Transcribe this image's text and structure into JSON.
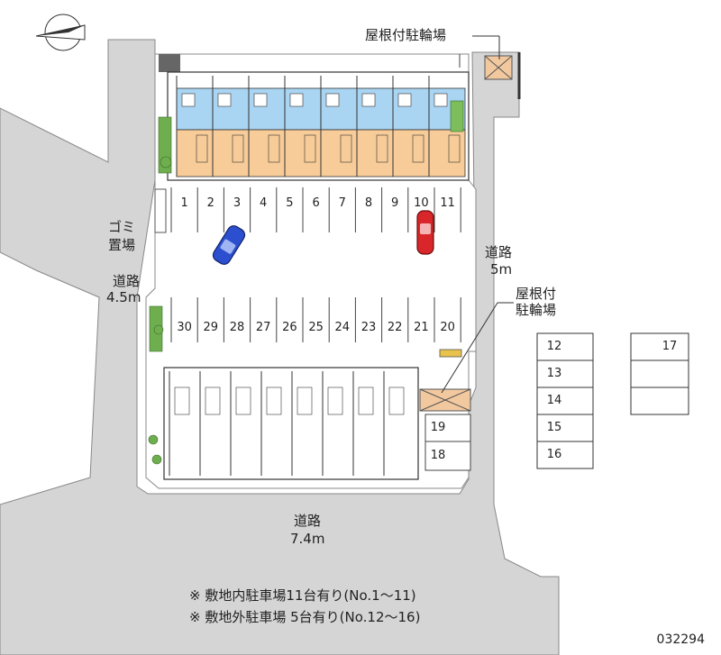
{
  "labels": {
    "roofed_bike_parking_top": "屋根付駐輪場",
    "roofed_bike_parking_side_line1": "屋根付",
    "roofed_bike_parking_side_line2": "駐輪場",
    "garbage_line1": "ゴミ",
    "garbage_line2": "置場",
    "road_left_name": "道路",
    "road_left_width": "4.5m",
    "road_right_name": "道路",
    "road_right_width": "5m",
    "road_bottom_name": "道路",
    "road_bottom_width": "7.4m"
  },
  "parking": {
    "top_row": [
      "1",
      "2",
      "3",
      "4",
      "5",
      "6",
      "7",
      "8",
      "9",
      "10",
      "11"
    ],
    "middle_row": [
      "30",
      "29",
      "28",
      "27",
      "26",
      "25",
      "24",
      "23",
      "22",
      "21",
      "20"
    ],
    "right_column": [
      "19",
      "18"
    ],
    "offsite_left": [
      "12",
      "13",
      "14",
      "15",
      "16"
    ],
    "offsite_right": [
      "17",
      "",
      ""
    ]
  },
  "notes": [
    "※ 敷地内駐車場11台有り(No.1～11)",
    "※ 敷地外駐車場 5台有り(No.12～16)"
  ],
  "map_code": "032294",
  "colors": {
    "road": "#d3d3d3",
    "lot": "#ffffff",
    "bath_blue": "#a9d4f2",
    "room_orange": "#f8cc98",
    "green": "#6fae4f",
    "car_blue": "#2b4fcf",
    "car_red": "#d8262b",
    "bike_shed": "#f2c89f"
  },
  "icons": {
    "compass": "compass-north-icon",
    "car_blue": "blue-car-icon",
    "car_red": "red-car-icon"
  }
}
